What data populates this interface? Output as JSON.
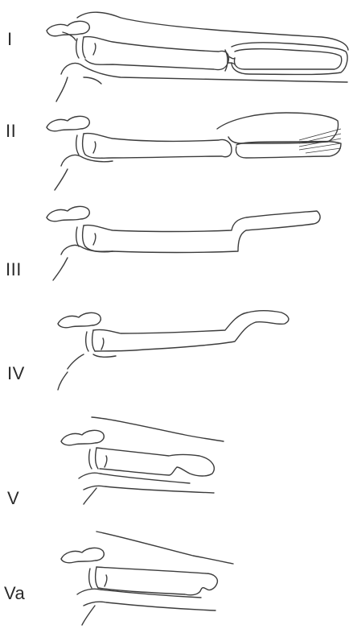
{
  "figure": {
    "stages": [
      {
        "label": "I"
      },
      {
        "label": "II"
      },
      {
        "label": "III"
      },
      {
        "label": "IV"
      },
      {
        "label": "V"
      },
      {
        "label": "Va"
      }
    ]
  }
}
